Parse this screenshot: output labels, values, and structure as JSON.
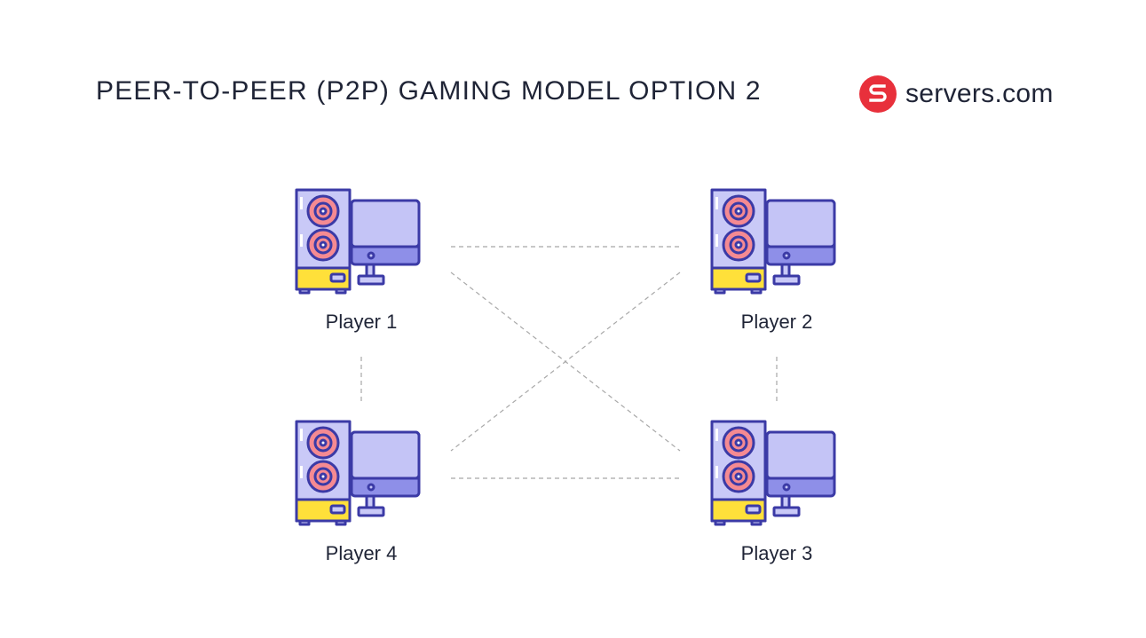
{
  "header": {
    "title": "PEER-TO-PEER (P2P) GAMING MODEL OPTION 2"
  },
  "brand": {
    "name": "servers.com",
    "mark_icon": "servers-com-logo-icon",
    "mark_color": "#e8303b"
  },
  "players": [
    {
      "label": "Player 1",
      "icon": "desktop-computer-icon"
    },
    {
      "label": "Player 2",
      "icon": "desktop-computer-icon"
    },
    {
      "label": "Player 3",
      "icon": "desktop-computer-icon"
    },
    {
      "label": "Player 4",
      "icon": "desktop-computer-icon"
    }
  ],
  "connections": [
    {
      "from": "Player 1",
      "to": "Player 2",
      "style": "dashed"
    },
    {
      "from": "Player 1",
      "to": "Player 3",
      "style": "dashed"
    },
    {
      "from": "Player 1",
      "to": "Player 4",
      "style": "dashed"
    },
    {
      "from": "Player 2",
      "to": "Player 3",
      "style": "dashed"
    },
    {
      "from": "Player 2",
      "to": "Player 4",
      "style": "dashed"
    },
    {
      "from": "Player 4",
      "to": "Player 3",
      "style": "dashed"
    }
  ],
  "colors": {
    "outline": "#3b3aa6",
    "case_fill": "#c9c9f7",
    "screen_fill": "#c4c4f6",
    "screen_bezel": "#8e8fe8",
    "fan_fill": "#f58a92",
    "base_fill": "#ffe03a",
    "connection_line": "#a8a8a8",
    "text": "#1f2436"
  }
}
